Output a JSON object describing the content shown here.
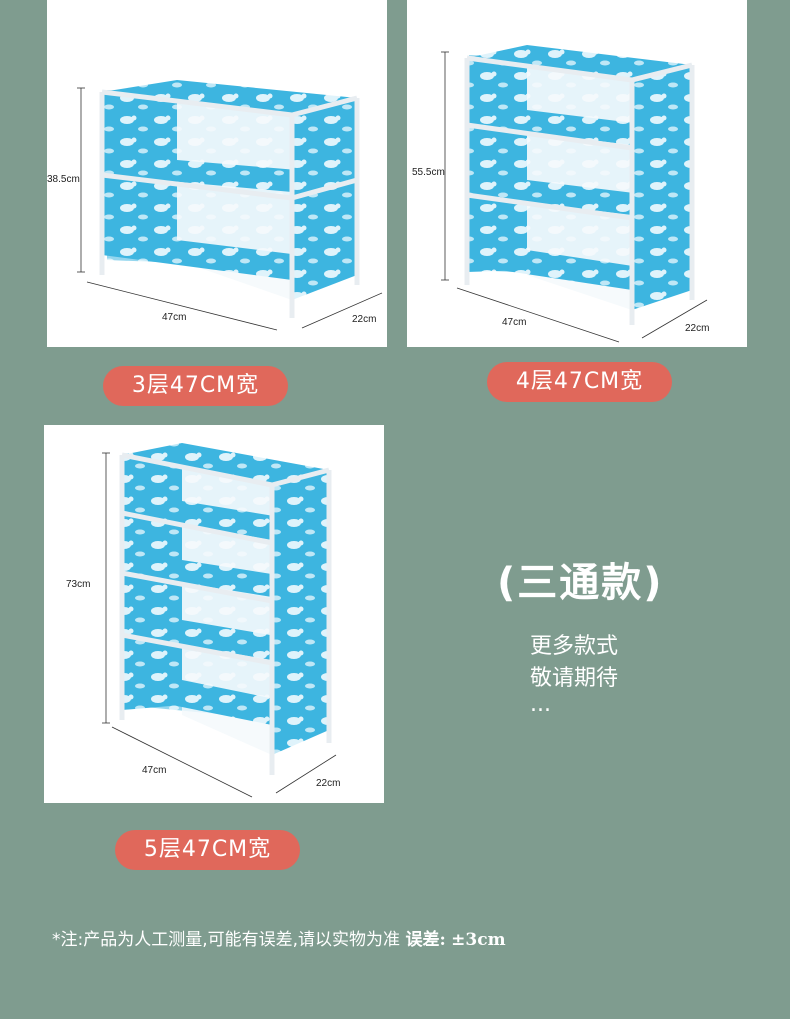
{
  "products": [
    {
      "label": "3层47CM宽",
      "height": "38.5cm",
      "width": "47cm",
      "depth": "22cm",
      "tiers": 3
    },
    {
      "label": "4层47CM宽",
      "height": "55.5cm",
      "width": "47cm",
      "depth": "22cm",
      "tiers": 4
    },
    {
      "label": "5层47CM宽",
      "height": "73cm",
      "width": "47cm",
      "depth": "22cm",
      "tiers": 5
    }
  ],
  "headline": "(三通款)",
  "more_lines": [
    "更多款式",
    "敬请期待",
    "..."
  ],
  "note": {
    "text": "*注:产品为人工测量,可能有误差,请以实物为准",
    "error_label": "误差:",
    "error_value": "±3cm"
  },
  "colors": {
    "background": "#7f9c8f",
    "pill": "#e0685b",
    "fabric": "#3db5e0",
    "frame": "#e8edf1"
  }
}
